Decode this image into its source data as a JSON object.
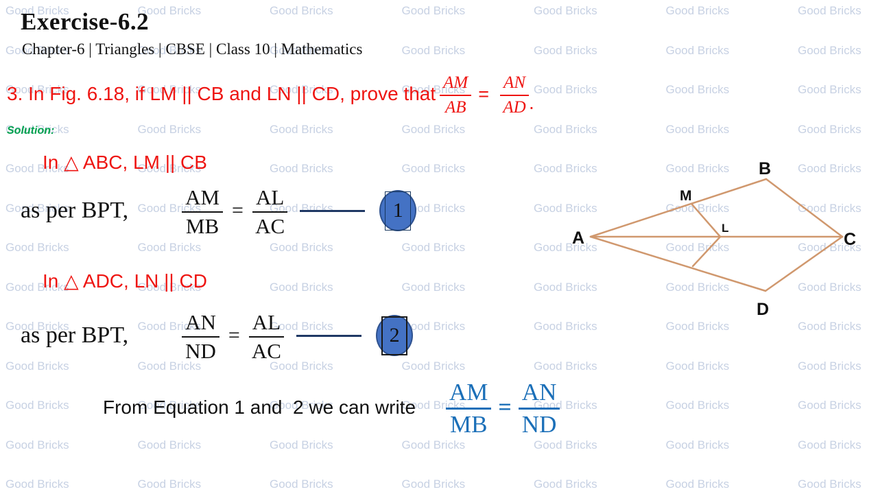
{
  "watermark": {
    "text": "Good Bricks",
    "color": "#c7d1e3",
    "rows": 13,
    "cols": 7
  },
  "header": {
    "title": "Exercise-6.2",
    "subtitle": "Chapter-6 | Triangles | CBSE | Class 10 | Mathematics"
  },
  "problem": {
    "text": "3. In Fig. 6.18, if LM || CB and LN || CD, prove that",
    "lhs": {
      "num": "AM",
      "den": "AB"
    },
    "eq": "=",
    "rhs": {
      "num": "AN",
      "den": "AD"
    },
    "period": "."
  },
  "solution_label": "Solution:",
  "steps": [
    {
      "statement": "In △ ABC, LM || CB",
      "prefix": "as per BPT,",
      "lhs": {
        "num": "AM",
        "den": "MB"
      },
      "eq": "=",
      "rhs": {
        "num": "AL",
        "den": "AC"
      },
      "tag": "1"
    },
    {
      "statement": "In △ ADC, LN || CD",
      "prefix": "as per BPT,",
      "lhs": {
        "num": "AN",
        "den": "ND"
      },
      "eq": "=",
      "rhs": {
        "num": "AL",
        "den": "AC"
      },
      "tag": "2"
    }
  ],
  "conclusion": {
    "text": "From Equation 1 and  2 we can write",
    "lhs": {
      "num": "AM",
      "den": "MB"
    },
    "eq": "=",
    "rhs": {
      "num": "AN",
      "den": "ND"
    }
  },
  "figure": {
    "caption_reference": "Fig. 6.18",
    "line_color": "#d0986e",
    "labels": {
      "A": "A",
      "B": "B",
      "C": "C",
      "D": "D",
      "M": "M",
      "L": "L"
    }
  },
  "colors": {
    "problem_red": "#ee1411",
    "solution_green": "#00a14e",
    "tag_circle_fill": "#4472c4",
    "tag_circle_border": "#2f528f",
    "connector_navy": "#1f3864",
    "conclusion_blue": "#1b6fb8",
    "figure_tan": "#d0986e",
    "watermark_blue_gray": "#c7d1e3"
  }
}
